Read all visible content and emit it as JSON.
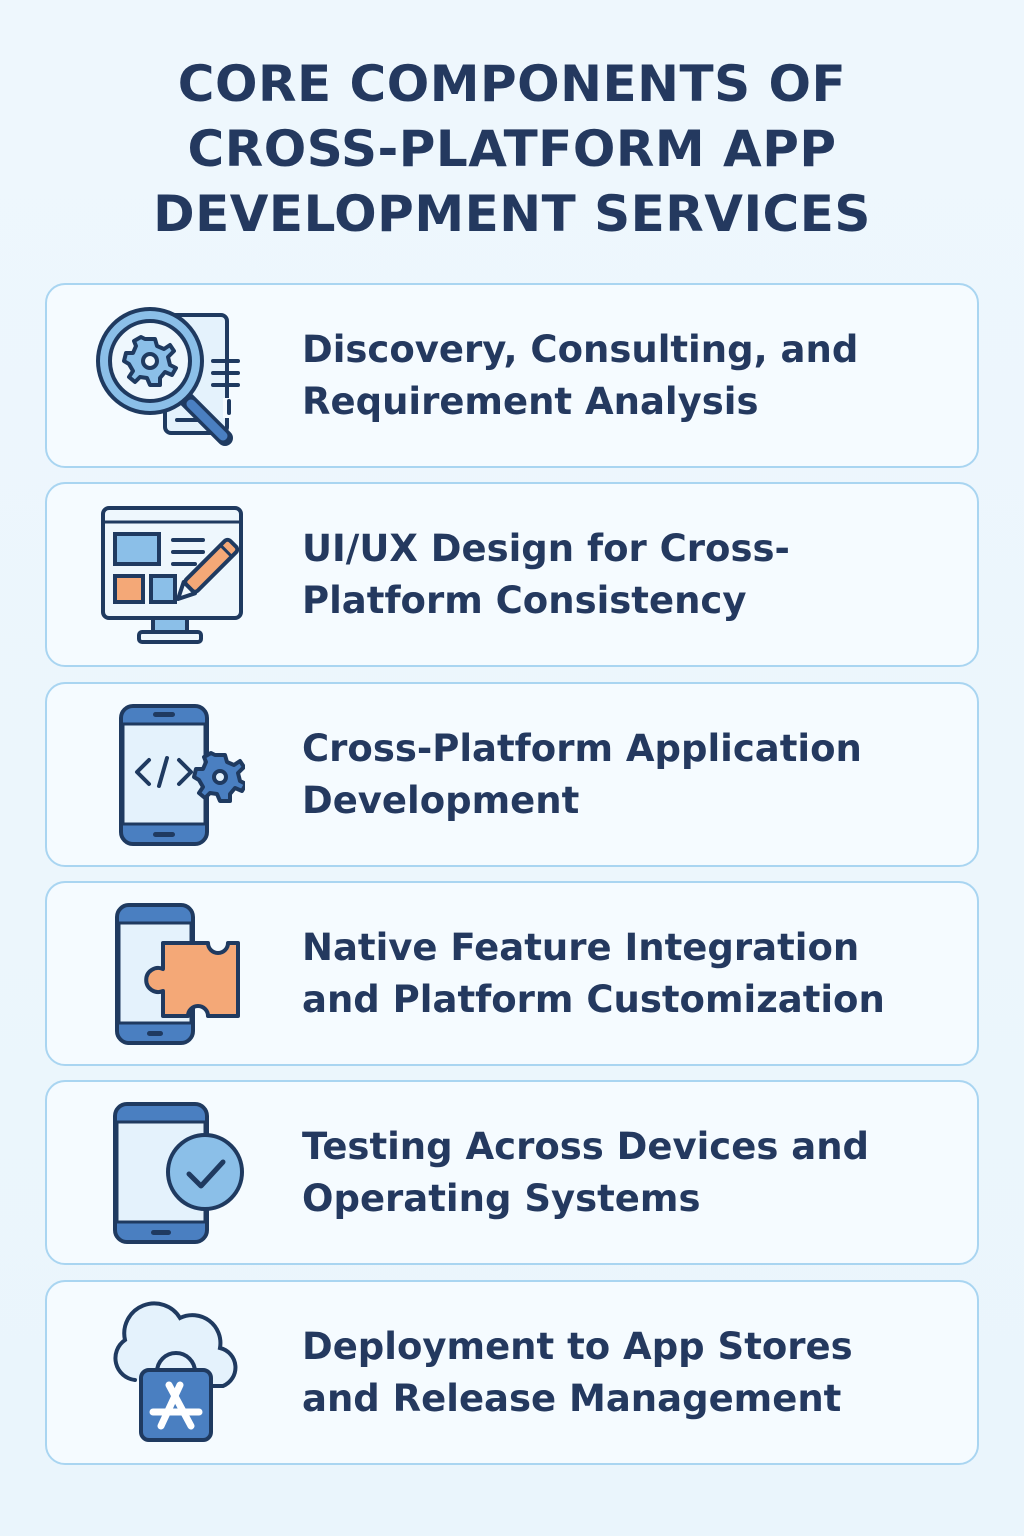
{
  "title": {
    "lines": [
      "CORE COMPONENTS OF",
      "CROSS-PLATFORM APP",
      "DEVELOPMENT SERVICES"
    ]
  },
  "colors": {
    "background": "#eef7fd",
    "title_text": "#24395f",
    "card_border": "#a9d5f1",
    "card_fill": "#f5fbff",
    "icon_outline": "#1f3a60",
    "icon_blue": "#4a7fc1",
    "icon_light_blue": "#8bbfe8",
    "icon_pale_blue": "#e4f2fc",
    "icon_orange": "#f4a877"
  },
  "components": [
    {
      "icon": "magnifier-gear-document-icon",
      "lines": [
        "Discovery, Consulting, and",
        "Requirement Analysis"
      ]
    },
    {
      "icon": "monitor-design-pencil-icon",
      "lines": [
        "UI/UX Design for Cross-",
        "Platform Consistency"
      ]
    },
    {
      "icon": "phone-code-gear-icon",
      "lines": [
        "Cross-Platform Application",
        "Development"
      ]
    },
    {
      "icon": "phone-puzzle-icon",
      "lines": [
        "Native Feature Integration",
        "and Platform Customization"
      ]
    },
    {
      "icon": "phone-checkmark-icon",
      "lines": [
        "Testing Across Devices and",
        "Operating Systems"
      ]
    },
    {
      "icon": "cloud-app-store-bag-icon",
      "lines": [
        "Deployment to App Stores",
        "and Release Management"
      ]
    }
  ]
}
